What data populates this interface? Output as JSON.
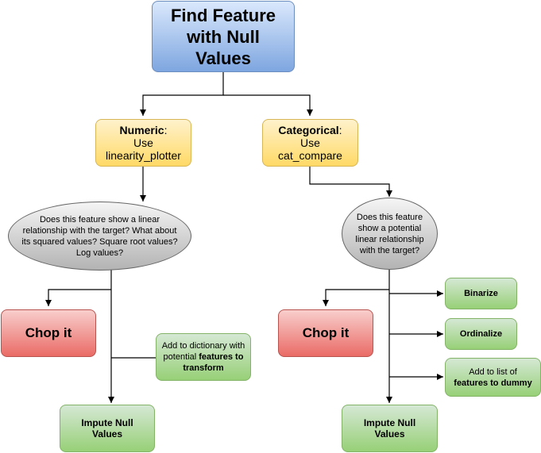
{
  "diagram": {
    "root": {
      "line1": "Find Feature",
      "line2": "with Null",
      "line3": "Values"
    },
    "numeric": {
      "label": "Numeric",
      "colon": ":",
      "line2": "Use",
      "line3": "linearity_plotter"
    },
    "categorical": {
      "label": "Categorical",
      "colon": ":",
      "line2": "Use",
      "line3": "cat_compare"
    },
    "left_question": {
      "line1": "Does this feature show a linear",
      "line2": "relationship with the target? What about",
      "line3": "its squared values? Square root values?",
      "line4": "Log values?"
    },
    "right_question": {
      "line1": "Does this feature",
      "line2": "show a potential",
      "line3": "linear relationship",
      "line4": "with the target?"
    },
    "left_chop": "Chop it",
    "right_chop": "Chop it",
    "add_dictionary": {
      "line1": "Add to dictionary with",
      "line2_plain": "potential ",
      "line2_bold": "features to",
      "line3_bold": "transform"
    },
    "left_impute": {
      "line1": "Impute Null",
      "line2": "Values"
    },
    "right_impute": {
      "line1": "Impute Null",
      "line2": "Values"
    },
    "binarize": "Binarize",
    "ordinalize": "Ordinalize",
    "dummy": {
      "line1": "Add to list of",
      "line2": "features to dummy"
    }
  }
}
